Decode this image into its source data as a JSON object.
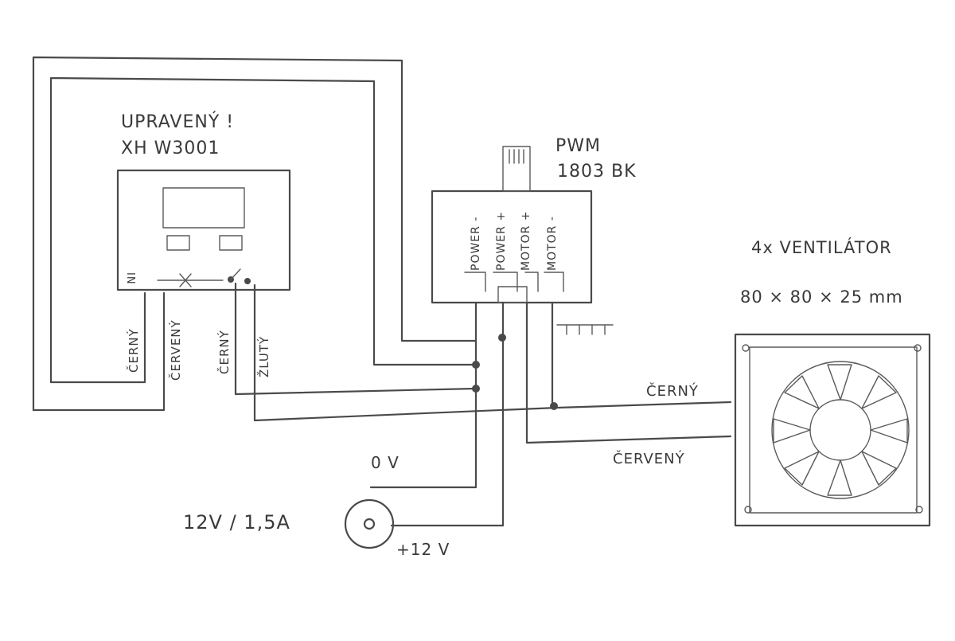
{
  "controller": {
    "note": "UPRAVENÝ !",
    "model": "XH W3001",
    "in_label": "IN",
    "wire_cerny_1": "ČERNÝ",
    "wire_cerveny_1": "ČERVENÝ",
    "wire_cerny_2": "ČERNÝ",
    "wire_zluty": "ŽLUTÝ"
  },
  "pwm": {
    "title": "PWM",
    "model": "1803 BK",
    "pins": [
      "POWER -",
      "POWER +",
      "MOTOR +",
      "MOTOR -"
    ]
  },
  "fan": {
    "title": "4x VENTILÁTOR",
    "size": "80 × 80 × 25 mm",
    "wire_black": "ČERNÝ",
    "wire_red": "ČERVENÝ"
  },
  "supply": {
    "rating": "12V / 1,5A",
    "zero": "0 V",
    "plus": "+12 V"
  }
}
